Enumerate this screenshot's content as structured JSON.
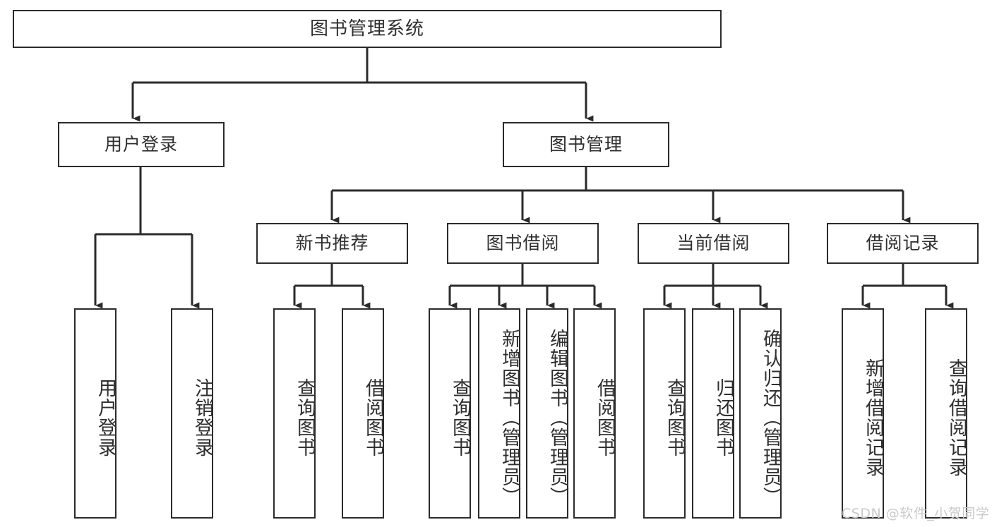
{
  "diagram": {
    "title": "图书管理系统",
    "type": "hierarchy-tree",
    "colors": {
      "box_border": "#2b2b2b",
      "box_fill": "#ffffff",
      "text": "#2f2f2f",
      "connector": "#2b2b2b",
      "watermark": "#c9c9c9",
      "background": "#ffffff"
    },
    "nodes": {
      "root": {
        "label": "图书管理系统"
      },
      "level2": [
        {
          "label": "用户登录"
        },
        {
          "label": "图书管理"
        }
      ],
      "level3": [
        {
          "label": "新书推荐"
        },
        {
          "label": "图书借阅"
        },
        {
          "label": "当前借阅"
        },
        {
          "label": "借阅记录"
        }
      ],
      "leaves": {
        "user_login": [
          {
            "label": "用户登录"
          },
          {
            "label": "注销登录"
          }
        ],
        "new_book_recommend": [
          {
            "label": "查询图书"
          },
          {
            "label": "借阅图书"
          }
        ],
        "book_borrow": [
          {
            "label": "查询图书"
          },
          {
            "label": "新增图书（管理员）"
          },
          {
            "label": "编辑图书（管理员）"
          },
          {
            "label": "借阅图书"
          }
        ],
        "current_borrow": [
          {
            "label": "查询图书"
          },
          {
            "label": "归还图书"
          },
          {
            "label": "确认归还（管理员）"
          }
        ],
        "borrow_record": [
          {
            "label": "新增借阅记录"
          },
          {
            "label": "查询借阅记录"
          }
        ]
      }
    },
    "watermark": "CSDN @软件_小贺同学"
  }
}
